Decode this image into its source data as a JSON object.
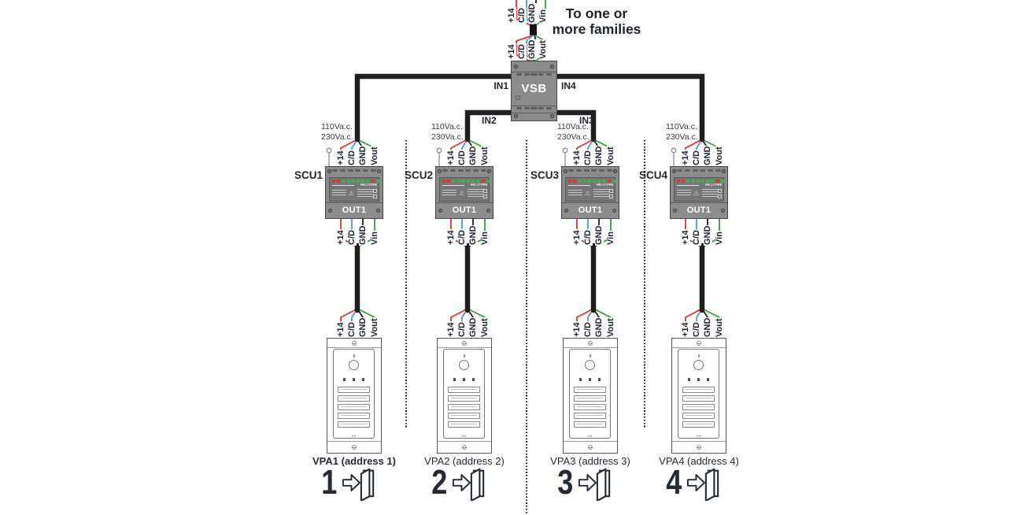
{
  "title": {
    "line1": "To one or",
    "line2": "more families"
  },
  "riser": {
    "to_families_wires": [
      "+14",
      "C/D",
      "GND",
      "Vin"
    ],
    "vsb_input_wires": [
      "+14",
      "C/D",
      "GND",
      "Vout"
    ]
  },
  "vsb": {
    "label": "VSB",
    "ports": {
      "in1": "IN1",
      "in2": "IN2",
      "in3": "IN3",
      "in4": "IN4"
    }
  },
  "colors": {
    "wire_plus14": "#e6332b",
    "wire_cd": "#3aa0dc",
    "wire_gnd": "#1f1f1f",
    "wire_video": "#2fa23c",
    "cable": "#1f1f1f",
    "device_gray": "#8b8b8b",
    "label_dark": "#20262e"
  },
  "columns": [
    {
      "scu": {
        "label": "SCU1",
        "power": [
          "110Va.c.",
          "230Va.c."
        ],
        "input_wires": [
          "+14",
          "C/D",
          "GND",
          "Vout"
        ],
        "brand": "BELLCOME",
        "out_port": "OUT1",
        "output_wires": [
          "+14",
          "C/D",
          "GND",
          "Vin"
        ]
      },
      "vpa": {
        "input_wires": [
          "+14",
          "C/D",
          "GND",
          "Vout"
        ],
        "caption": "VPA1 (address 1)",
        "address": "1"
      }
    },
    {
      "scu": {
        "label": "SCU2",
        "power": [
          "110Va.c.",
          "230Va.c."
        ],
        "input_wires": [
          "+14",
          "C/D",
          "GND",
          "Vout"
        ],
        "brand": "BELLCOME",
        "out_port": "OUT1",
        "output_wires": [
          "+14",
          "C/D",
          "GND",
          "Vin"
        ]
      },
      "vpa": {
        "input_wires": [
          "+14",
          "C/D",
          "GND",
          "Vout"
        ],
        "caption": "VPA2 (address 2)",
        "address": "2"
      }
    },
    {
      "scu": {
        "label": "SCU3",
        "power": [
          "110Va.c.",
          "230Va.c."
        ],
        "input_wires": [
          "+14",
          "C/D",
          "GND",
          "Vout"
        ],
        "brand": "BELLCOME",
        "out_port": "OUT1",
        "output_wires": [
          "+14",
          "C/D",
          "GND",
          "Vin"
        ]
      },
      "vpa": {
        "input_wires": [
          "+14",
          "C/D",
          "GND",
          "Vout"
        ],
        "caption": "VPA3 (address 3)",
        "address": "3"
      }
    },
    {
      "scu": {
        "label": "SCU4",
        "power": [
          "110Va.c.",
          "230Va.c."
        ],
        "input_wires": [
          "+14",
          "C/D",
          "GND",
          "Vout"
        ],
        "brand": "BELLCOME",
        "out_port": "OUT1",
        "output_wires": [
          "+14",
          "C/D",
          "GND",
          "Vin"
        ]
      },
      "vpa": {
        "input_wires": [
          "+14",
          "C/D",
          "GND",
          "Vout"
        ],
        "caption": "VPA4 (address 4)",
        "address": "4"
      }
    }
  ]
}
